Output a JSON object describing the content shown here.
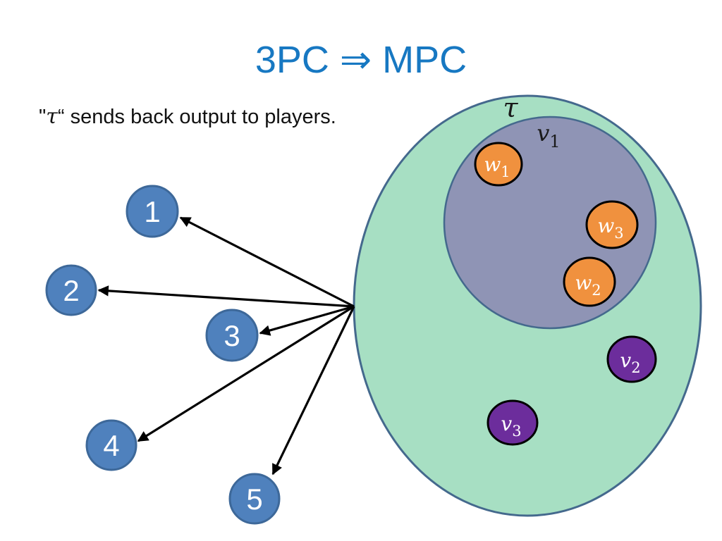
{
  "slide": {
    "title": "3PC ⇒ MPC",
    "subtitle": {
      "open_quote": "\"",
      "tau": "τ",
      "rest": "“ sends back output to players."
    }
  },
  "diagram": {
    "outer_set_label": "τ",
    "inner_set_label": {
      "base": "v",
      "sub": "1"
    },
    "work_nodes": [
      {
        "base": "w",
        "sub": "1"
      },
      {
        "base": "w",
        "sub": "2"
      },
      {
        "base": "w",
        "sub": "3"
      }
    ],
    "virtual_nodes": [
      {
        "base": "v",
        "sub": "2"
      },
      {
        "base": "v",
        "sub": "3"
      }
    ],
    "players": [
      {
        "label": "1"
      },
      {
        "label": "2"
      },
      {
        "label": "3"
      },
      {
        "label": "4"
      },
      {
        "label": "5"
      }
    ]
  },
  "colors": {
    "title_blue": "#1778C2",
    "outer_fill": "#A7DFC3",
    "outer_stroke": "#44698D",
    "inner_fill": "#8F94B5",
    "inner_stroke": "#44698D",
    "orange_fill": "#F0913E",
    "node_stroke": "#000000",
    "purple_fill": "#6C2D9C",
    "player_fill": "#4F81BD",
    "player_stroke": "#3D6899",
    "arrow_color": "#000000"
  }
}
